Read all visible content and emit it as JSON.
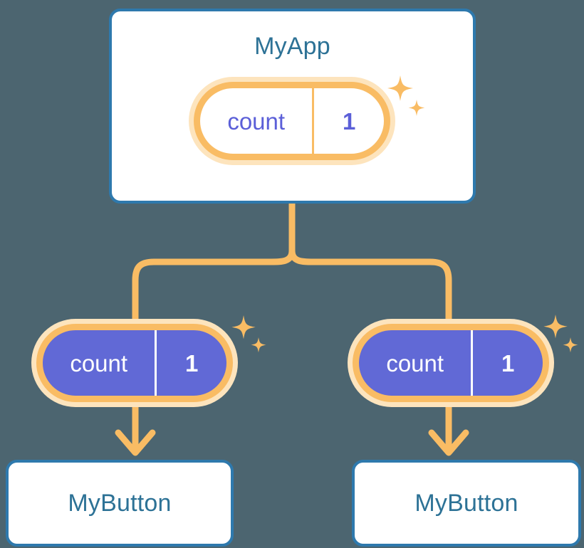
{
  "diagram": {
    "title_text": "MyApp",
    "background_color": "#4c6570",
    "accent_orange": "#f9bc64",
    "halo_orange": "#fde4bd",
    "accent_blue": "#2e79ad",
    "title_blue": "#2d7296",
    "state_purple": "#6169d6",
    "state_text_indigo": "#5b5fd8"
  },
  "app_node": {
    "label": "MyApp",
    "state": {
      "key": "count",
      "value": "1"
    }
  },
  "children": [
    {
      "label": "MyButton",
      "state": {
        "key": "count",
        "value": "1"
      }
    },
    {
      "label": "MyButton",
      "state": {
        "key": "count",
        "value": "1"
      }
    }
  ],
  "icons": {
    "sparkle_large": "sparkle-4-point-large",
    "sparkle_small": "sparkle-4-point-small",
    "arrow": "arrow-down"
  }
}
